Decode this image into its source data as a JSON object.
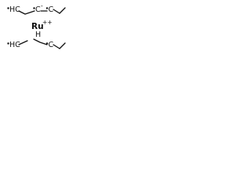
{
  "molecule": {
    "metal": "Ru",
    "top_ring": {
      "left_label": "HC",
      "center_label": "C",
      "charge": "-",
      "right_label": "C"
    },
    "bottom_ring": {
      "left_label": "HC",
      "center_label": "H",
      "right_label": "C"
    }
  }
}
